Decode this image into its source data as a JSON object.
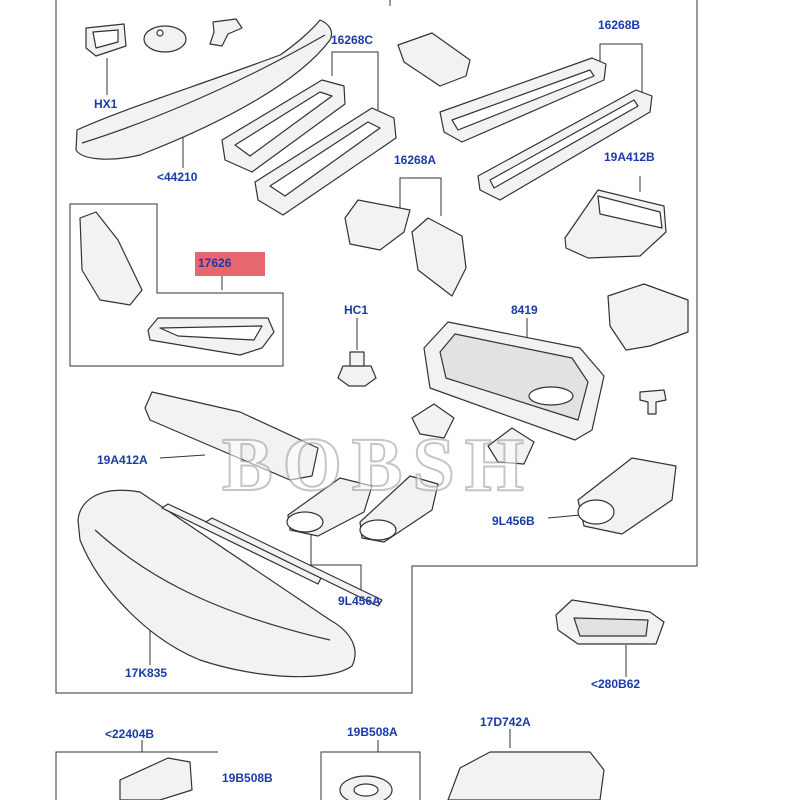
{
  "labels": {
    "hx1": "HX1",
    "p44210": "<44210",
    "p16268c": "16268C",
    "p16268b": "16268B",
    "p16268a": "16268A",
    "p19a412b": "19A412B",
    "p17626": "17626",
    "hc1": "HC1",
    "p8419": "8419",
    "p19a412a": "19A412A",
    "p9l456b": "9L456B",
    "p9l456a": "9L456A",
    "p17k835": "17K835",
    "p280b62": "<280B62",
    "p22404b": "<22404B",
    "p19b508a": "19B508A",
    "p17d742a": "17D742A",
    "p19b508b": "19B508B"
  },
  "watermark": "BOBSH",
  "colors": {
    "label": "#1a3aa8",
    "highlight": "#e7676f",
    "line": "#333333",
    "part_fill": "#f2f2f2"
  }
}
